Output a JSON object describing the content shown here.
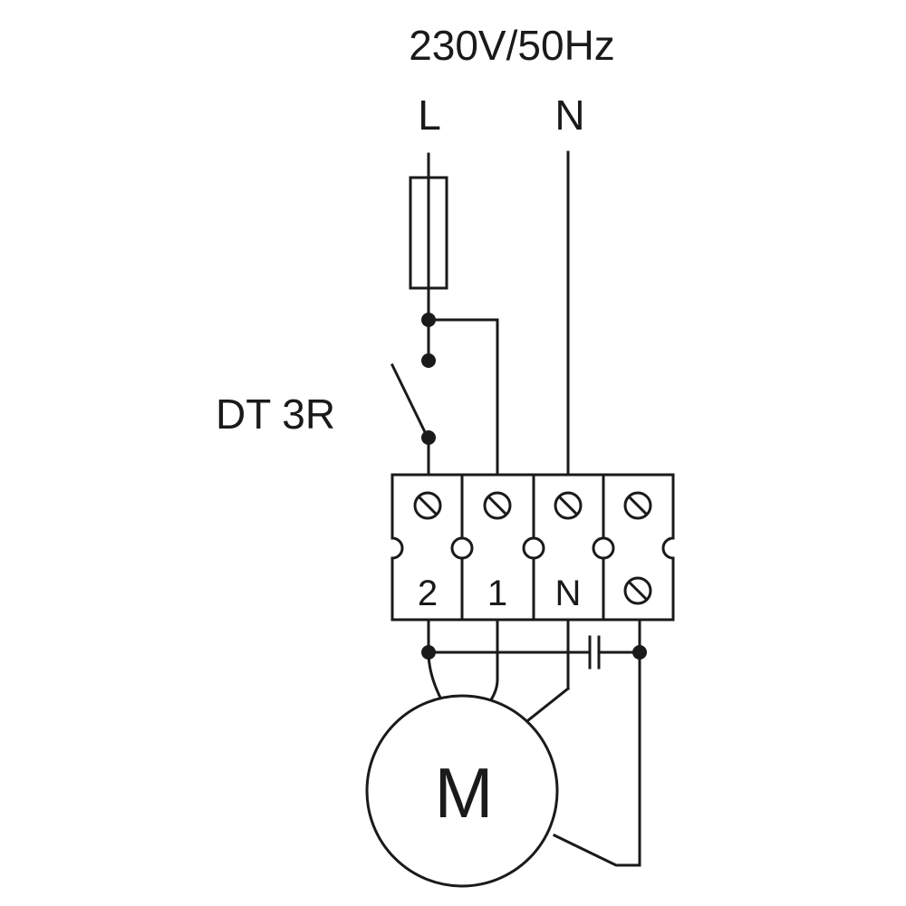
{
  "supply": {
    "voltage": "230V/50Hz",
    "line": "L",
    "neutral": "N"
  },
  "switch": {
    "label": "DT 3R"
  },
  "terminal_block": {
    "terminals": [
      {
        "label": "2"
      },
      {
        "label": "1"
      },
      {
        "label": "N"
      },
      {
        "label": "",
        "symbol": "earth-screw"
      }
    ]
  },
  "motor": {
    "label": "M"
  },
  "colors": {
    "line": "#1a1a1a",
    "background": "#ffffff"
  }
}
